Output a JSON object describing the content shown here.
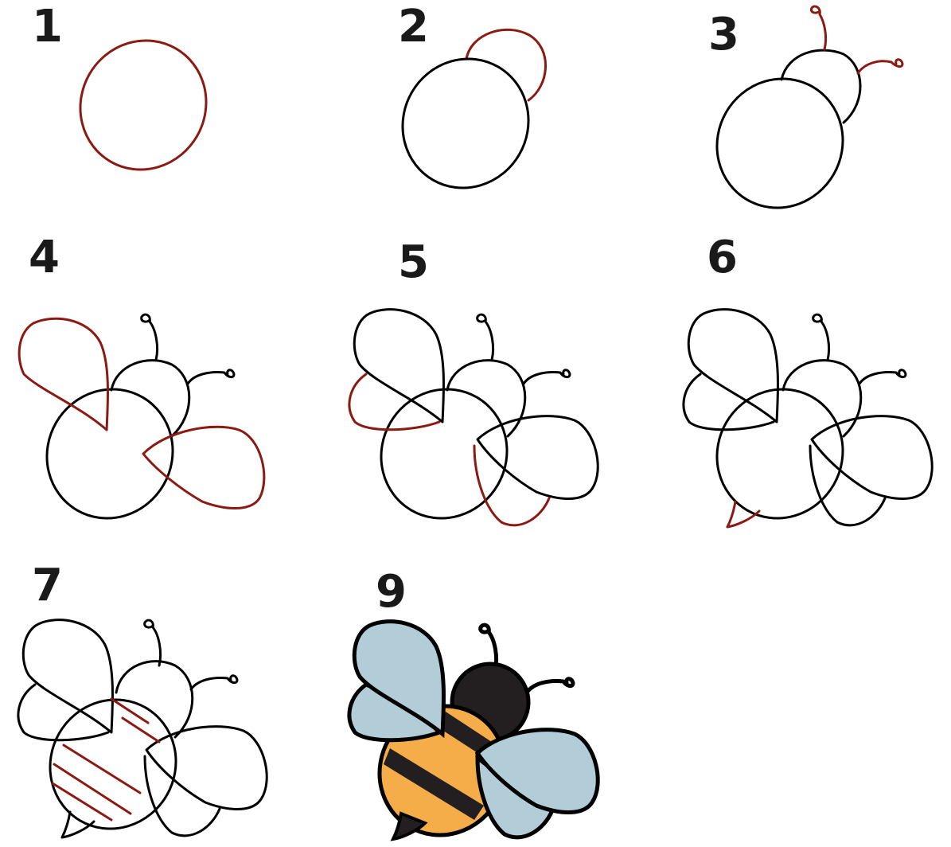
{
  "steps": [
    {
      "label": "1"
    },
    {
      "label": "2"
    },
    {
      "label": "3"
    },
    {
      "label": "4"
    },
    {
      "label": "5"
    },
    {
      "label": "6"
    },
    {
      "label": "7"
    },
    {
      "label": "9"
    }
  ],
  "colors": {
    "line": "#000000",
    "new_line": "#8b1a12",
    "wing": "#b2cdd7",
    "body_yellow": "#f5ad49",
    "stripe": "#231f20",
    "background": "#ffffff"
  }
}
